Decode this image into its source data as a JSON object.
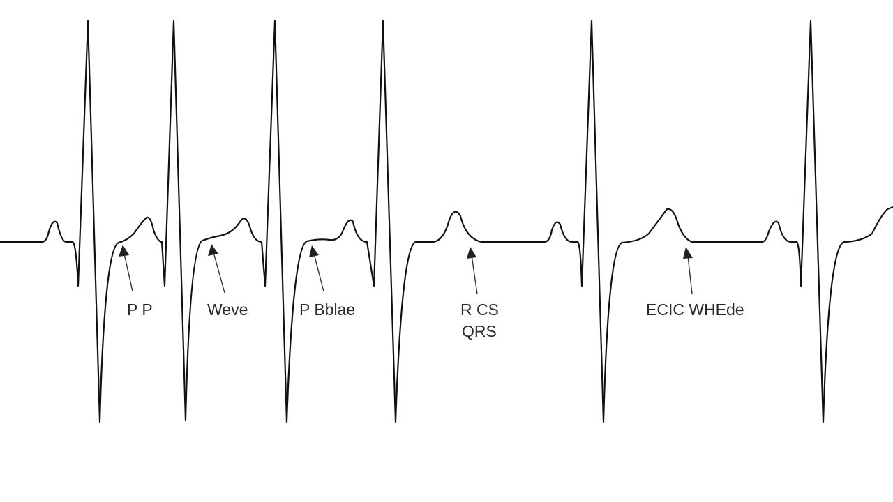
{
  "labels": {
    "label_1": "P P",
    "label_2": "Weve",
    "label_3": "P Bblae",
    "label_4_line1": "R CS",
    "label_4_line2": "QRS",
    "label_5": "ECIC WHEde"
  },
  "colors": {
    "trace": "#111111",
    "background": "#ffffff"
  }
}
